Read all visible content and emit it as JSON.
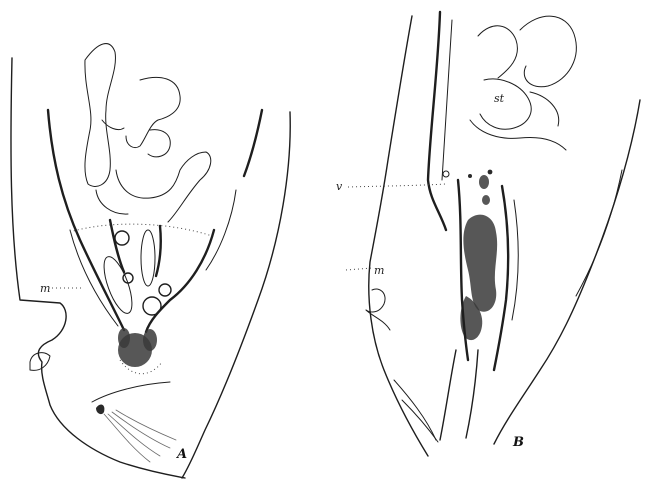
{
  "figure": {
    "panels": [
      {
        "id": "A",
        "label": "A",
        "labels": {
          "m": "m"
        }
      },
      {
        "id": "B",
        "label": "B",
        "labels": {
          "v": "v",
          "m": "m",
          "st": "st"
        }
      }
    ]
  }
}
